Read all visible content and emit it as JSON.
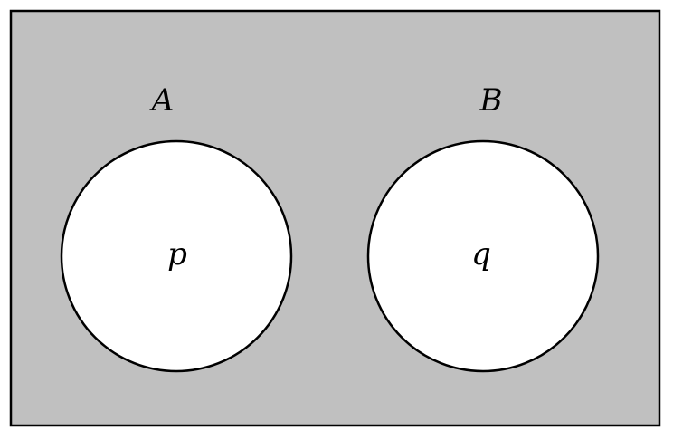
{
  "diagram": {
    "type": "venn",
    "universe_fill": "#c0c0c0",
    "set_fill": "#ffffff",
    "stroke": "#000000",
    "sets": [
      {
        "label": "A",
        "element": "p"
      },
      {
        "label": "B",
        "element": "q"
      }
    ]
  }
}
